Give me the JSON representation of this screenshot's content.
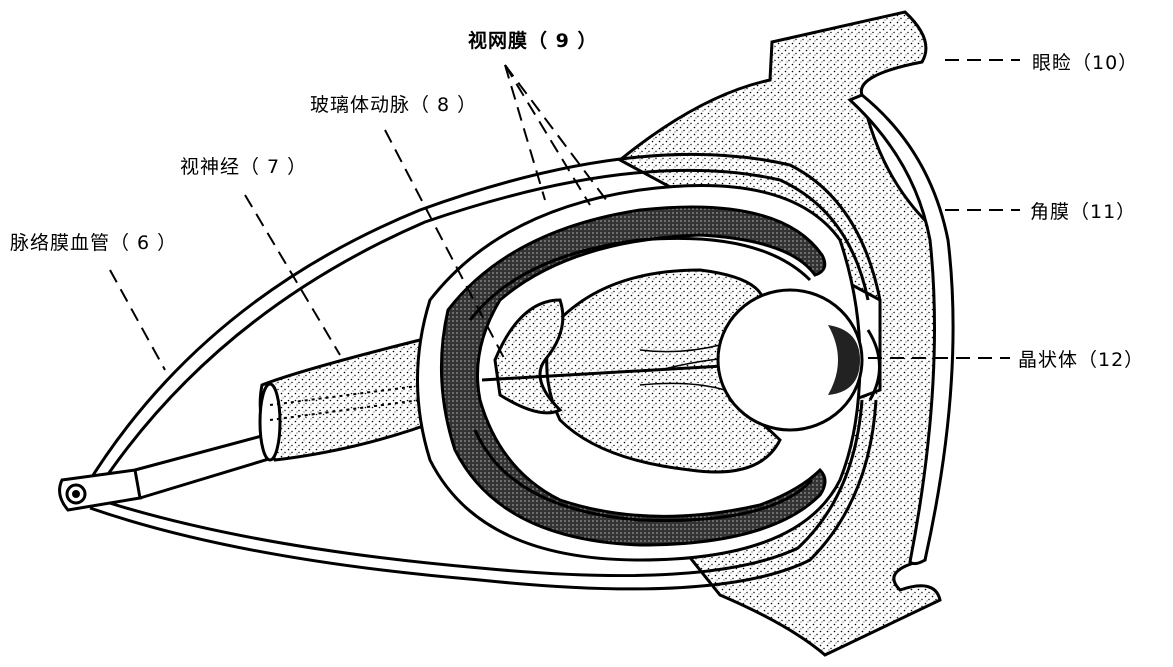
{
  "labels": {
    "retina": "视网膜（ 9 ）",
    "hyaloid_artery": "玻璃体动脉（ 8 ）",
    "optic_nerve": "视神经（ 7 ）",
    "choroid_vessel": "脉络膜血管（ 6 ）",
    "eyelid": "眼睑（10）",
    "cornea": "角膜（11）",
    "lens": "晶状体（12）"
  },
  "colors": {
    "ink": "#000000",
    "paper": "#ffffff"
  }
}
